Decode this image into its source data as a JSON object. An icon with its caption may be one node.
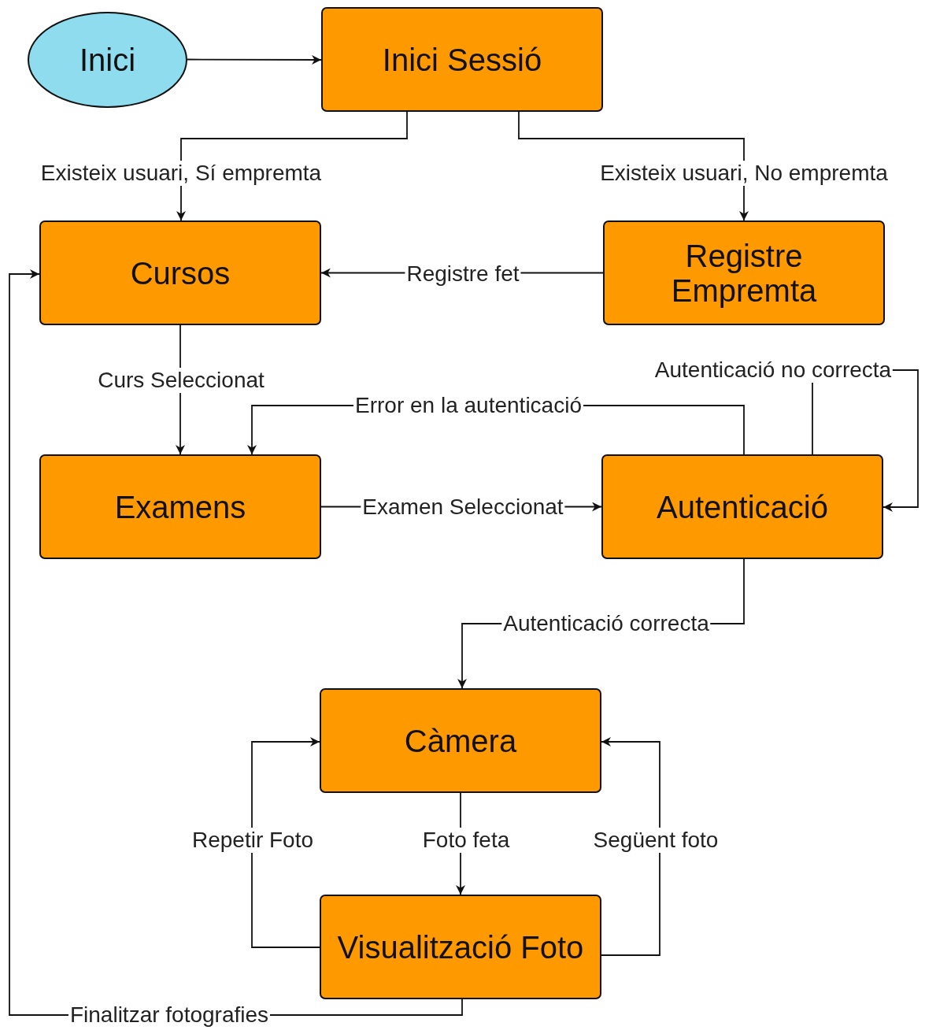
{
  "diagram": {
    "nodes": [
      {
        "text": [
          "Inici"
        ]
      },
      {
        "text": [
          "Inici Sessió"
        ]
      },
      {
        "text": [
          "Cursos"
        ]
      },
      {
        "text": [
          "Registre Empremta"
        ]
      },
      {
        "text": [
          "Examens"
        ]
      },
      {
        "text": [
          "Autenticació"
        ]
      },
      {
        "text": [
          "Càmera"
        ]
      },
      {
        "text": [
          "Visualització Foto"
        ]
      }
    ],
    "edges": [
      {
        "from": 0,
        "to": 1,
        "arrow": "to"
      },
      {
        "from": 1,
        "to": 2,
        "arrow": "to",
        "label": "Existeix usuari, Sí empremta"
      },
      {
        "from": 1,
        "to": 3,
        "arrow": "to",
        "label": "Existeix usuari, No empremta"
      },
      {
        "from": 3,
        "to": 2,
        "arrow": "to",
        "label": "Registre fet"
      },
      {
        "from": 2,
        "to": 4,
        "arrow": "to",
        "label": "Curs Seleccionat"
      },
      {
        "from": 5,
        "to": 4,
        "arrow": "to",
        "label": "Error en la autenticació"
      },
      {
        "from": 4,
        "to": 5,
        "arrow": "to",
        "label": "Examen Seleccionat"
      },
      {
        "from": 5,
        "to": 5,
        "arrow": "to",
        "label": "Autenticació no correcta"
      },
      {
        "from": 5,
        "to": 6,
        "arrow": "to",
        "label": "Autenticació correcta"
      },
      {
        "from": 6,
        "to": 7,
        "arrow": "to",
        "label": "Foto feta"
      },
      {
        "from": 7,
        "to": 6,
        "arrow": "to",
        "label": "Repetir Foto"
      },
      {
        "from": 7,
        "to": 6,
        "arrow": "to",
        "label": "Següent foto"
      },
      {
        "from": 7,
        "to": 2,
        "arrow": "to",
        "label": "Finalitzar fotografies"
      }
    ]
  }
}
